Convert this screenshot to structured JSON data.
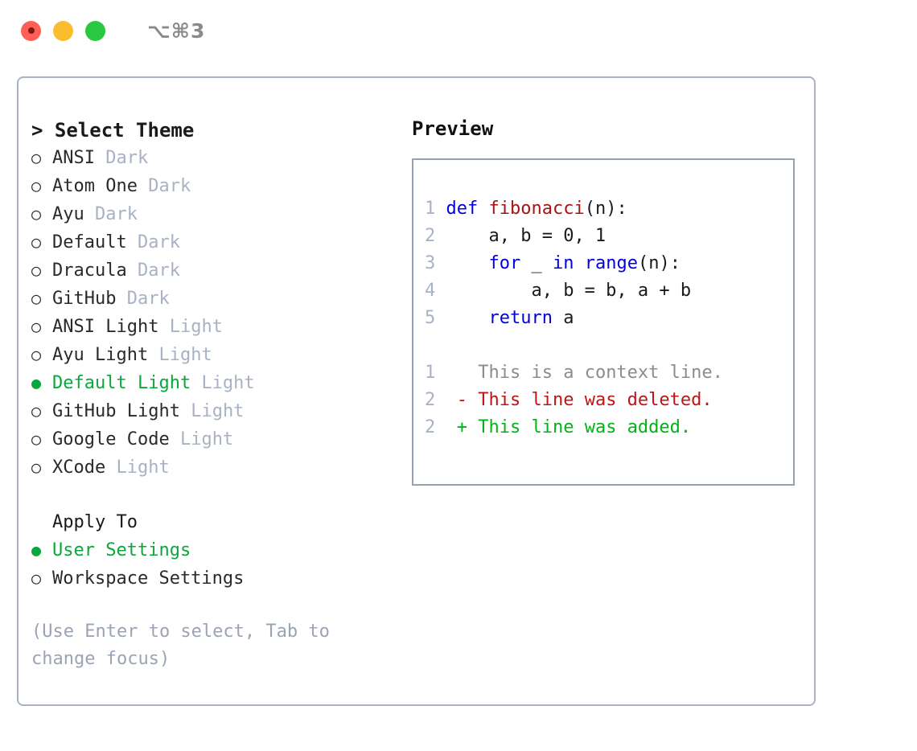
{
  "window": {
    "title": "⌥⌘3",
    "traffic_lights": [
      "close-red",
      "minimize-yellow",
      "maximize-green"
    ]
  },
  "theme_list": {
    "header": "> Select Theme",
    "items": [
      {
        "marker": "○",
        "label": "ANSI",
        "badge": "Dark",
        "selected": false
      },
      {
        "marker": "○",
        "label": "Atom One",
        "badge": "Dark",
        "selected": false
      },
      {
        "marker": "○",
        "label": "Ayu",
        "badge": "Dark",
        "selected": false
      },
      {
        "marker": "○",
        "label": "Default",
        "badge": "Dark",
        "selected": false
      },
      {
        "marker": "○",
        "label": "Dracula",
        "badge": "Dark",
        "selected": false
      },
      {
        "marker": "○",
        "label": "GitHub",
        "badge": "Dark",
        "selected": false
      },
      {
        "marker": "○",
        "label": "ANSI Light",
        "badge": "Light",
        "selected": false
      },
      {
        "marker": "○",
        "label": "Ayu Light",
        "badge": "Light",
        "selected": false
      },
      {
        "marker": "●",
        "label": "Default Light",
        "badge": "Light",
        "selected": true
      },
      {
        "marker": "○",
        "label": "GitHub Light",
        "badge": "Light",
        "selected": false
      },
      {
        "marker": "○",
        "label": "Google Code",
        "badge": "Light",
        "selected": false
      },
      {
        "marker": "○",
        "label": "XCode",
        "badge": "Light",
        "selected": false
      }
    ]
  },
  "apply_to": {
    "header": "Apply To",
    "items": [
      {
        "marker": "●",
        "label": "User Settings",
        "selected": true
      },
      {
        "marker": "○",
        "label": "Workspace Settings",
        "selected": false
      }
    ]
  },
  "hint": "(Use Enter to select, Tab to change focus)",
  "preview": {
    "title": "Preview",
    "code_lines": [
      {
        "num": "1",
        "tokens": [
          {
            "t": "def ",
            "c": "kw"
          },
          {
            "t": "fibonacci",
            "c": "fn"
          },
          {
            "t": "(n):",
            "c": "pl"
          }
        ]
      },
      {
        "num": "2",
        "tokens": [
          {
            "t": "    a, b = 0, 1",
            "c": "pl"
          }
        ]
      },
      {
        "num": "3",
        "tokens": [
          {
            "t": "    ",
            "c": "pl"
          },
          {
            "t": "for",
            "c": "kw"
          },
          {
            "t": " _ ",
            "c": "pl"
          },
          {
            "t": "in",
            "c": "kw"
          },
          {
            "t": " ",
            "c": "pl"
          },
          {
            "t": "range",
            "c": "kw"
          },
          {
            "t": "(n):",
            "c": "pl"
          }
        ]
      },
      {
        "num": "4",
        "tokens": [
          {
            "t": "        a, b = b, a + b",
            "c": "pl"
          }
        ]
      },
      {
        "num": "5",
        "tokens": [
          {
            "t": "    ",
            "c": "pl"
          },
          {
            "t": "return",
            "c": "kw"
          },
          {
            "t": " a",
            "c": "pl"
          }
        ]
      }
    ],
    "diff_lines": [
      {
        "num": "1",
        "marker": " ",
        "text": "This is a context line.",
        "kind": "ctx"
      },
      {
        "num": "2",
        "marker": "-",
        "text": "This line was deleted.",
        "kind": "del"
      },
      {
        "num": "2",
        "marker": "+",
        "text": "This line was added.",
        "kind": "add"
      }
    ]
  },
  "colors": {
    "selected_green": "#0aa83c",
    "badge_gray": "#a8b2c4",
    "panel_border": "#a9b2c3",
    "preview_border": "#95a0b0",
    "keyword_blue": "#0000e0",
    "function_red": "#a81414",
    "diff_delete": "#c01414",
    "diff_add": "#00b418",
    "hint_gray": "#9aa4b5"
  }
}
